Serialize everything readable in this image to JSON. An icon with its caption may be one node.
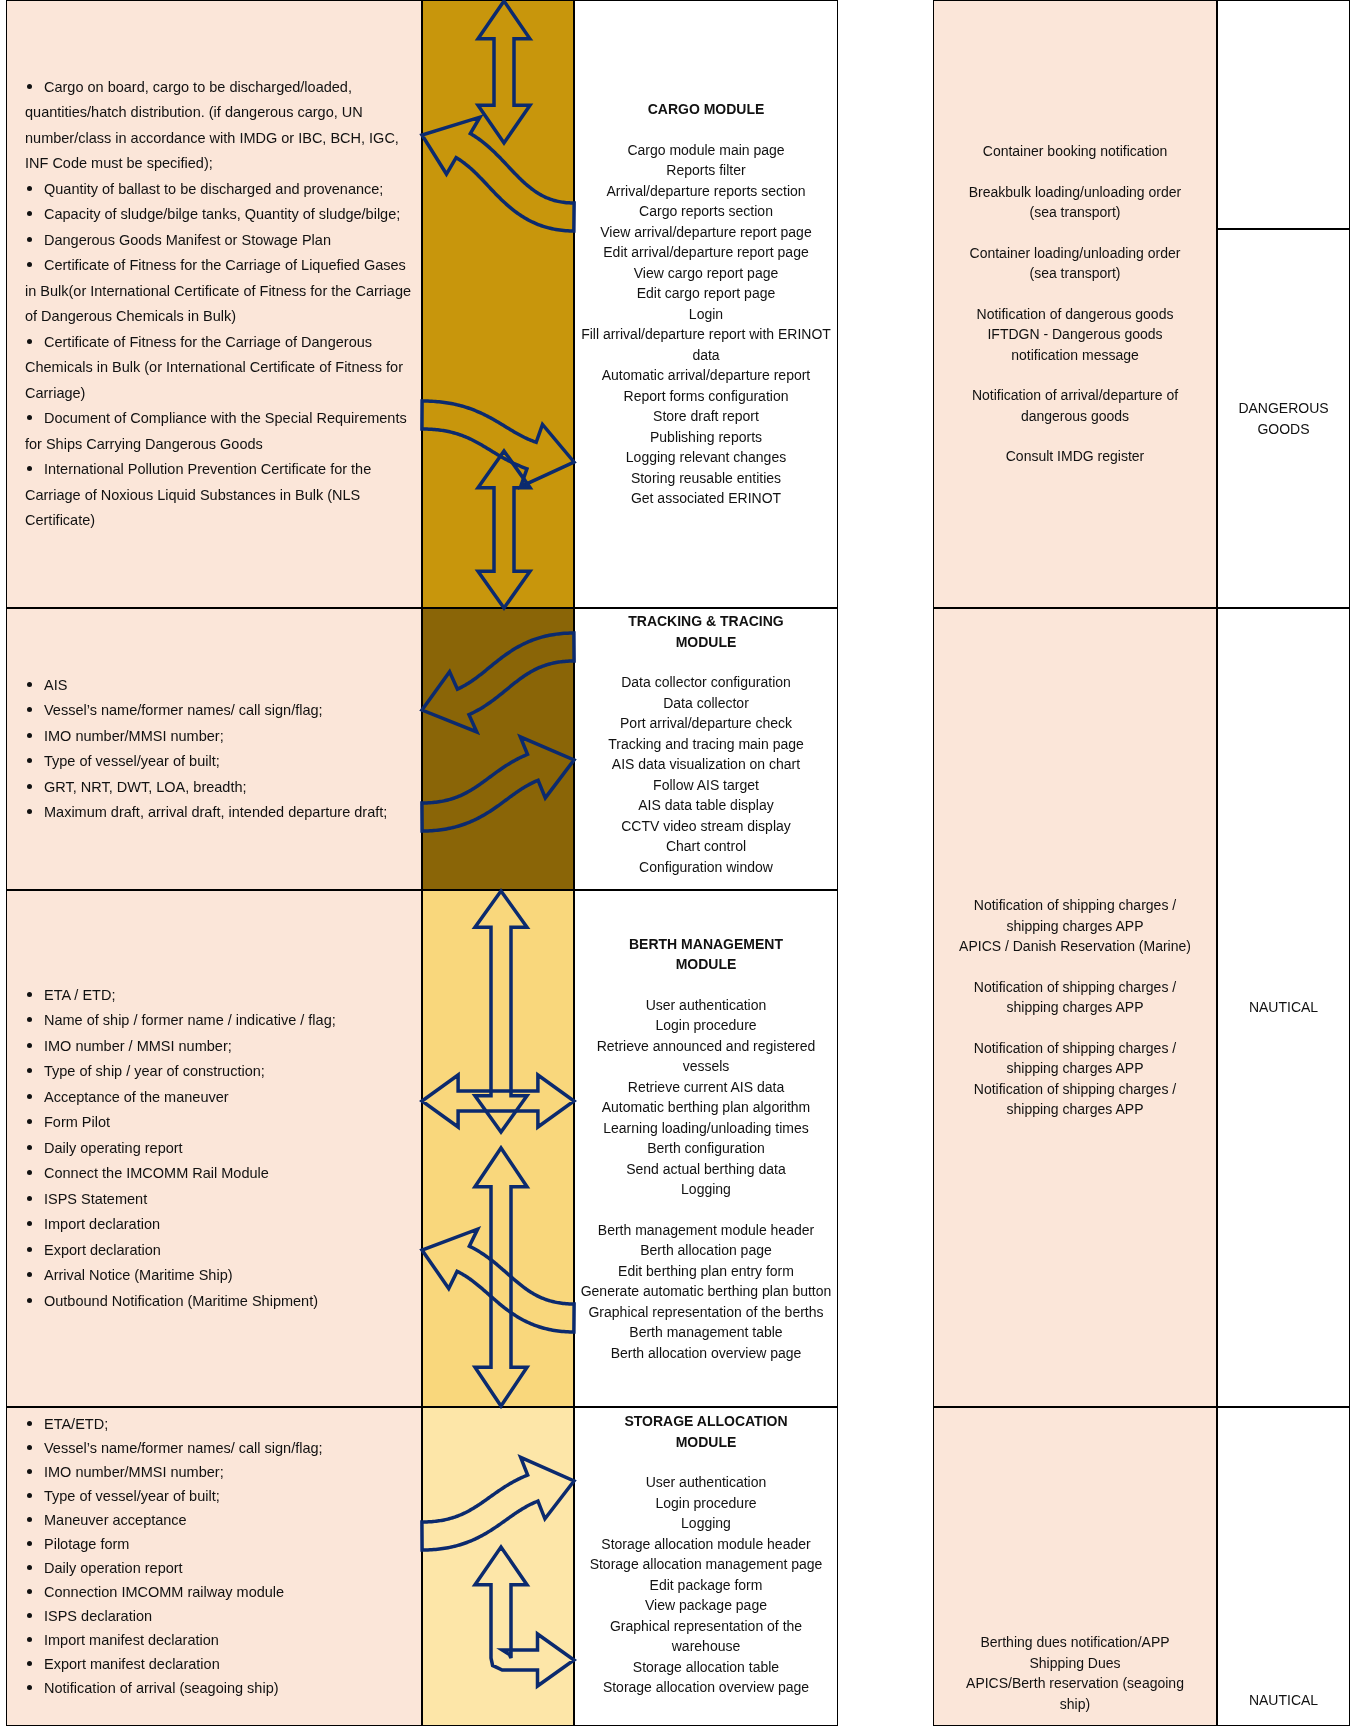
{
  "diagram": {
    "nodes": [
      {
        "text": [
          "Cargo on board, cargo to be discharged/loaded, quantities/hatch distribution. (if dangerous cargo, UN number/class in accordance with IMDG or IBC, BCH, IGC, INF Code must be specified);",
          "Quantity of ballast to be discharged and provenance;",
          "Capacity of sludge/bilge tanks, Quantity of sludge/bilge;",
          "Dangerous Goods Manifest or Stowage Plan",
          "Certificate of Fitness for the Carriage of Liquefied Gases in Bulk(or International Certificate of Fitness for the Carriage of Dangerous Chemicals in Bulk)",
          "Certificate of Fitness for the Carriage of Dangerous Chemicals in Bulk (or International Certificate of Fitness for Carriage)",
          "Document of Compliance with the Special Requirements for Ships Carrying Dangerous Goods",
          "International Pollution Prevention Certificate for the Carriage of Noxious Liquid Substances in Bulk (NLS Certificate)"
        ]
      },
      {
        "text": [
          "CARGO MODULE",
          "Cargo module main page",
          "Reports filter",
          "Arrival/departure reports section",
          "Cargo reports section",
          "View arrival/departure report page",
          "Edit arrival/departure report page",
          "View cargo report page",
          "Edit cargo report page",
          "Login",
          "Fill arrival/departure report with ERINOT data",
          "Automatic arrival/departure report",
          "Report forms configuration",
          "Store draft report",
          "Publishing reports",
          "Logging relevant changes",
          "Storing reusable entities",
          "Get associated ERINOT"
        ]
      },
      {
        "text": [
          "AIS",
          "Vessel’s name/former names/ call sign/flag;",
          "IMO number/MMSI number;",
          "Type of vessel/year of built;",
          "GRT, NRT, DWT, LOA, breadth;",
          "Maximum draft, arrival draft, intended departure draft;"
        ]
      },
      {
        "text": [
          "TRACKING & TRACING MODULE",
          "Data collector configuration",
          "Data collector",
          "Port arrival/departure check",
          "Tracking and tracing main page",
          "AIS data visualization on chart",
          "Follow AIS target",
          "AIS data table display",
          "CCTV video stream display",
          "Chart control",
          "Configuration window"
        ]
      },
      {
        "text": [
          "ETA / ETD;",
          "Name of ship / former name / indicative / flag;",
          "IMO number / MMSI number;",
          "Type of ship / year of construction;",
          "Acceptance of the maneuver",
          "Form Pilot",
          "Daily operating report",
          "Connect the IMCOMM Rail Module",
          "ISPS Statement",
          "Import declaration",
          "Export declaration",
          "Arrival Notice (Maritime Ship)",
          "Outbound Notification (Maritime Shipment)"
        ]
      },
      {
        "text": [
          "BERTH MANAGEMENT MODULE",
          "User authentication",
          "Login procedure",
          "Retrieve announced and registered vessels",
          "Retrieve current AIS data",
          "Automatic berthing plan algorithm",
          "Learning loading/unloading times",
          "Berth configuration",
          "Send actual berthing data",
          "Logging",
          "Berth management module header",
          "Berth allocation page",
          "Edit berthing plan entry form",
          "Generate automatic berthing plan button",
          "Graphical representation of the berths",
          "Berth management table",
          "Berth allocation overview page"
        ]
      },
      {
        "text": [
          "ETA/ETD;",
          "Vessel’s name/former names/ call sign/flag;",
          "IMO number/MMSI number;",
          "Type of vessel/year of built;",
          "Maneuver acceptance",
          "Pilotage form",
          "Daily operation report",
          "Connection IMCOMM railway module",
          "ISPS declaration",
          "Import manifest declaration",
          "Export manifest declaration",
          "Notification of arrival (seagoing ship)"
        ]
      },
      {
        "text": [
          "STORAGE ALLOCATION MODULE",
          "User authentication",
          "Login procedure",
          "Logging",
          "Storage allocation module header",
          "Storage allocation management page",
          "Edit package form",
          "View package page",
          "Graphical representation of the warehouse",
          "Storage allocation table",
          "Storage allocation overview page"
        ]
      },
      {
        "text": [
          "Container booking notification",
          "Breakbulk loading/unloading order (sea transport)",
          "Container loading/unloading order (sea transport)",
          "Notification of dangerous goods",
          "IFTDGN - Dangerous goods notification message",
          "Notification of arrival/departure of dangerous goods",
          "Consult IMDG register"
        ]
      },
      {
        "text": [
          "DANGEROUS GOODS"
        ]
      },
      {
        "text": [
          "Notification of shipping charges / shipping charges APP",
          "APICS / Danish Reservation (Marine)",
          "Notification of shipping charges / shipping charges APP",
          "Notification of shipping charges / shipping charges APP",
          "Notification of shipping charges / shipping charges APP"
        ]
      },
      {
        "text": [
          "NAUTICAL"
        ]
      },
      {
        "text": [
          "Berthing dues notification/APP",
          "Shipping Dues",
          "APICS/Berth reservation (seagoing ship)"
        ]
      },
      {
        "text": [
          "NAUTICAL"
        ]
      },
      {
        "text": [],
        "shape": "bar"
      },
      {
        "text": [],
        "shape": "bar"
      },
      {
        "text": [],
        "shape": "bar"
      },
      {
        "text": [],
        "shape": "bar"
      }
    ],
    "edges": [
      {
        "from": 1,
        "to": 0,
        "arrow": "to"
      },
      {
        "from": 0,
        "to": 1,
        "arrow": "to"
      },
      {
        "from": 3,
        "to": 2,
        "arrow": "to"
      },
      {
        "from": 2,
        "to": 3,
        "arrow": "to"
      },
      {
        "from": 5,
        "to": 4,
        "arrow": "to"
      },
      {
        "from": 6,
        "to": 7,
        "arrow": "to"
      },
      {
        "from": null,
        "to": 7,
        "arrow": "both"
      },
      {
        "from": 4,
        "to": 5,
        "arrow": "both"
      },
      {
        "from": 14,
        "to": null,
        "arrow": "both"
      },
      {
        "from": null,
        "to": 15,
        "arrow": "both"
      },
      {
        "from": 16,
        "to": null,
        "arrow": "both"
      },
      {
        "from": null,
        "to": 17,
        "arrow": "both"
      }
    ]
  }
}
